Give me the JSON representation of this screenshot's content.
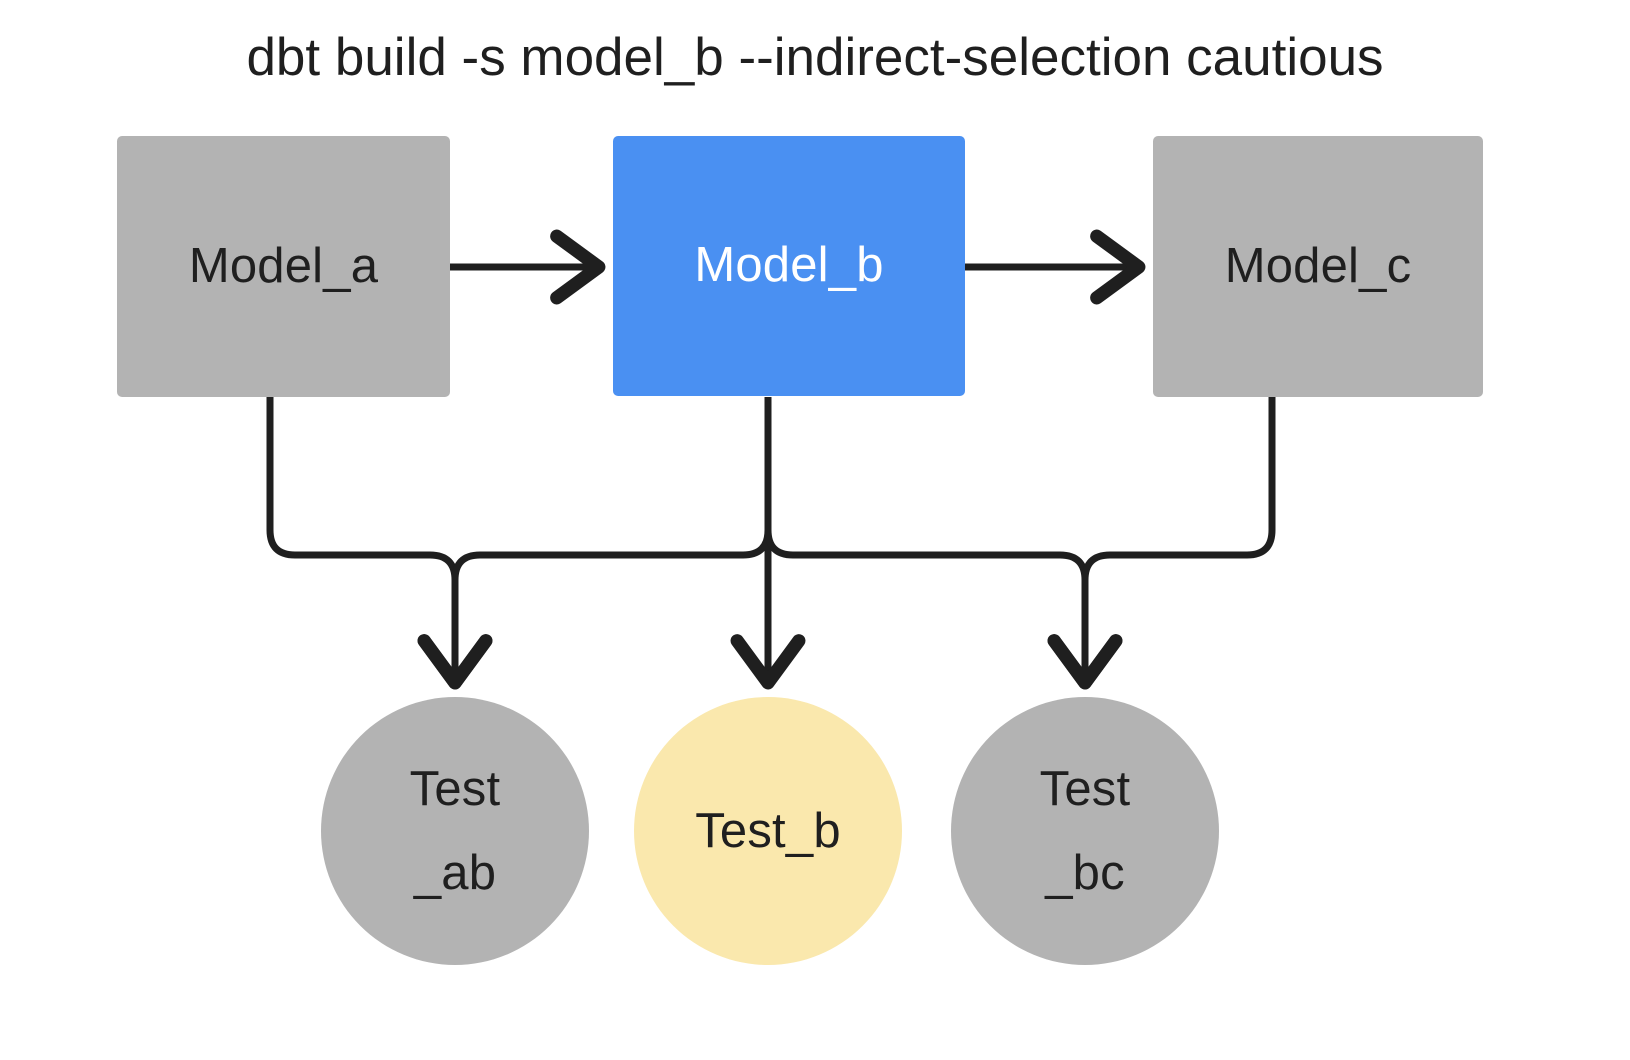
{
  "title": "dbt build -s model_b --indirect-selection cautious",
  "colors": {
    "background": "#ffffff",
    "node_gray": "#b3b3b3",
    "node_blue": "#4a90f2",
    "node_yellow": "#fae8ad",
    "edge_black": "#1f1f1f",
    "text_dark": "#1f1f1f",
    "text_light": "#ffffff"
  },
  "models": [
    {
      "id": "model_a",
      "label": "Model_a",
      "fill": "#b3b3b3",
      "text_color": "#1f1f1f",
      "selected": false
    },
    {
      "id": "model_b",
      "label": "Model_b",
      "fill": "#4a90f2",
      "text_color": "#ffffff",
      "selected": true
    },
    {
      "id": "model_c",
      "label": "Model_c",
      "fill": "#b3b3b3",
      "text_color": "#1f1f1f",
      "selected": false
    }
  ],
  "tests": [
    {
      "id": "test_ab",
      "label": "Test\n_ab",
      "fill": "#b3b3b3",
      "text_color": "#1f1f1f",
      "selected": false
    },
    {
      "id": "test_b",
      "label": "Test_b",
      "fill": "#fae8ad",
      "text_color": "#1f1f1f",
      "selected": true
    },
    {
      "id": "test_bc",
      "label": "Test\n_bc",
      "fill": "#b3b3b3",
      "text_color": "#1f1f1f",
      "selected": false
    }
  ],
  "edges": [
    {
      "id": "a-to-b",
      "from": "model_a",
      "to": "model_b",
      "style": "straight-arrow"
    },
    {
      "id": "b-to-c",
      "from": "model_b",
      "to": "model_c",
      "style": "straight-arrow"
    },
    {
      "id": "a-to-test-ab",
      "from": "model_a",
      "to": "test_ab",
      "style": "elbow-arrow"
    },
    {
      "id": "b-to-test-ab",
      "from": "model_b",
      "to": "test_ab",
      "style": "elbow-arrow"
    },
    {
      "id": "b-to-test-b",
      "from": "model_b",
      "to": "test_b",
      "style": "straight-arrow"
    },
    {
      "id": "b-to-test-bc",
      "from": "model_b",
      "to": "test_bc",
      "style": "elbow-arrow"
    },
    {
      "id": "c-to-test-bc",
      "from": "model_c",
      "to": "test_bc",
      "style": "elbow-arrow"
    }
  ]
}
